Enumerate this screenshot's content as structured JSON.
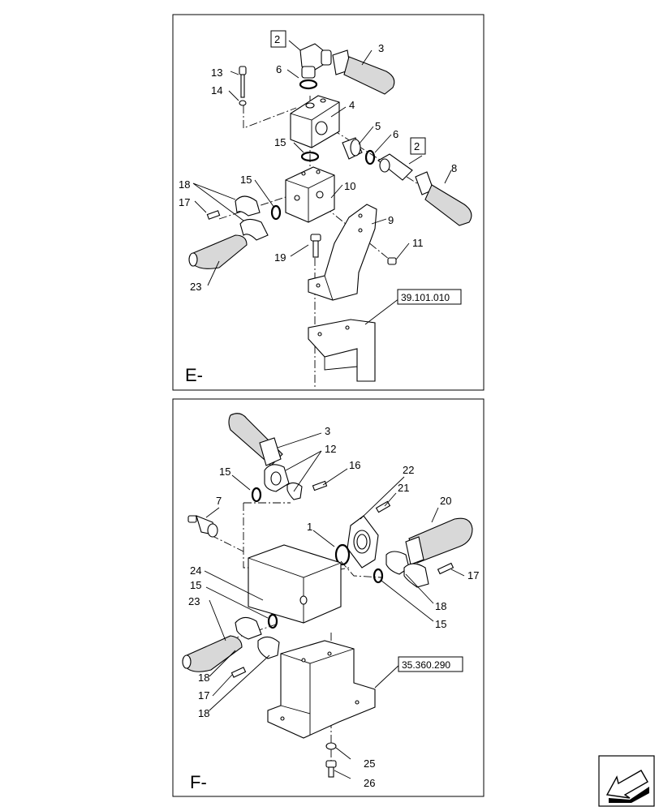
{
  "panels": [
    {
      "id": "E",
      "label": "E-",
      "ref": "39.101.010",
      "callouts": [
        "2",
        "3",
        "6",
        "13",
        "14",
        "4",
        "5",
        "6",
        "2",
        "8",
        "15",
        "18",
        "17",
        "15",
        "10",
        "9",
        "11",
        "19",
        "23"
      ]
    },
    {
      "id": "F",
      "label": "F-",
      "ref": "35.360.290",
      "callouts": [
        "3",
        "12",
        "15",
        "16",
        "22",
        "7",
        "21",
        "20",
        "1",
        "17",
        "24",
        "15",
        "18",
        "23",
        "15",
        "18",
        "17",
        "18",
        "25",
        "26"
      ]
    }
  ],
  "nav_icon": "next-page-arrow-icon"
}
